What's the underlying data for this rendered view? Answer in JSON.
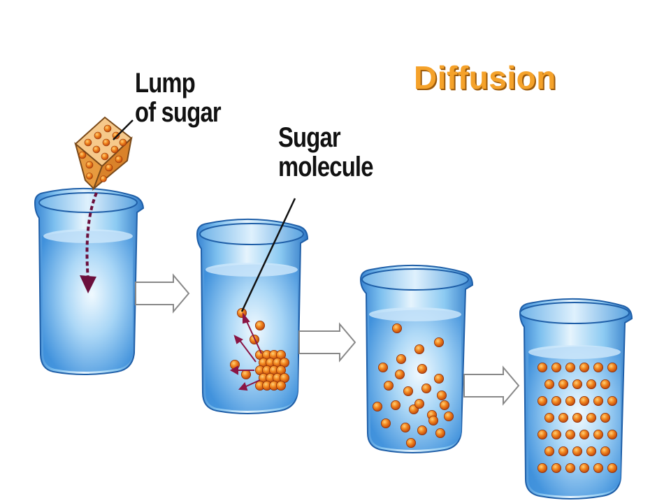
{
  "title": "Diffusion",
  "labels": {
    "lump_line1": "Lump",
    "lump_line2": "of sugar",
    "molecule_line1": "Sugar",
    "molecule_line2": "molecule"
  },
  "colors": {
    "title": "#f5a22a",
    "title_shadow": "#9c5a0c",
    "beaker_glass": "#7ec3ef",
    "beaker_rim": "#cfe9fb",
    "water": "#3c93dd",
    "water_light": "#cde8fb",
    "molecule": "#f07a1a",
    "molecule_dark": "#b33e0a",
    "stir_arrow": "#6b0f3c",
    "step_arrow": "#ffffff"
  },
  "icons": [
    "sugar-cube-icon",
    "beaker-icon",
    "step-arrow-icon",
    "sugar-molecule-icon"
  ]
}
